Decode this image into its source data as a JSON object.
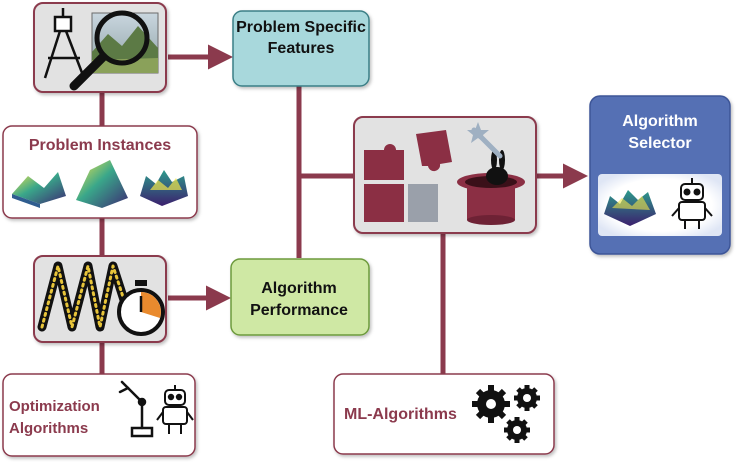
{
  "nodes": {
    "features": "Problem Specific Features",
    "instances": "Problem Instances",
    "performance": "Algorithm Performance",
    "selector": "Algorithm Selector",
    "optimization": "Optimization Algorithms",
    "ml": "ML-Algorithms"
  },
  "icons": [
    "drafting-compass-icon",
    "magnifier-icon",
    "landscape-photo-icon",
    "surface-plot-icon",
    "folding-ruler-icon",
    "stopwatch-icon",
    "puzzle-pieces-icon",
    "magic-hat-icon",
    "rabbit-icon",
    "magic-wand-icon",
    "robot-arm-icon",
    "robot-icon",
    "gears-icon"
  ],
  "colors": {
    "connector": "#8b3a4d",
    "features_fill": "#a8d8dc",
    "performance_fill": "#cfe8a4",
    "selector_fill": "#5570b4",
    "box_fill": "#e2e2e2",
    "text_maroon": "#8b3a4d"
  }
}
